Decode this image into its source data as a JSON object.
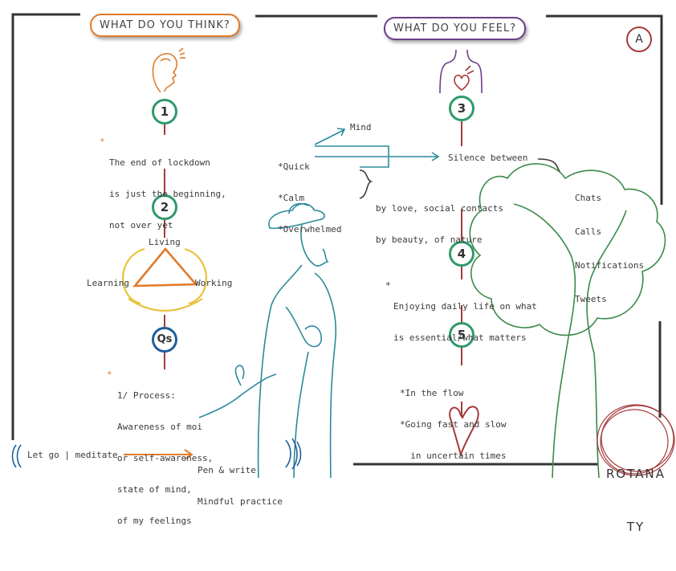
{
  "bubbles": {
    "think": "WHAT DO YOU THINK?",
    "feel": "WHAT DO YOU FEEL?"
  },
  "corner_badge": "A",
  "steps": {
    "one": "1",
    "two": "2",
    "qs": "Qs",
    "three": "3",
    "four": "4",
    "five": "5"
  },
  "notes": {
    "lockdown": [
      "The end of lockdown",
      "is just the beginning,",
      "not over yet"
    ],
    "triangle": {
      "top": "Living",
      "left": "Learning",
      "right": "Working"
    },
    "process": [
      "1/ Process:",
      "Awareness of moi",
      "or self-awareness,",
      "state of mind,",
      "of my feelings"
    ],
    "mind": "Mind",
    "states": [
      "Quick",
      "Calm",
      "Overwhelmed"
    ],
    "by": [
      "by love, social contacts",
      "by beauty, of nature"
    ],
    "silence": "Silence between",
    "channels": [
      "Chats",
      "Calls",
      "Notifications",
      "Tweets"
    ],
    "daily": [
      "Enjoying daily life on what",
      "is essential/what matters"
    ],
    "flow": [
      "In the flow",
      "Going fast and slow",
      "in uncertain times"
    ]
  },
  "bottom": {
    "left": "Let go | meditate",
    "right": [
      "Pen & write",
      "Mindful practice"
    ]
  },
  "brand": [
    "ROTANA",
    "TY"
  ],
  "colors": {
    "orange": "#e07b2a",
    "purple": "#6a3f8a",
    "green": "#2f9a6a",
    "blue": "#1f5f9a",
    "teal": "#2a8a9a",
    "maroon": "#a53a3a",
    "yellow": "#e8c23a",
    "tree": "#3a8a4a"
  }
}
